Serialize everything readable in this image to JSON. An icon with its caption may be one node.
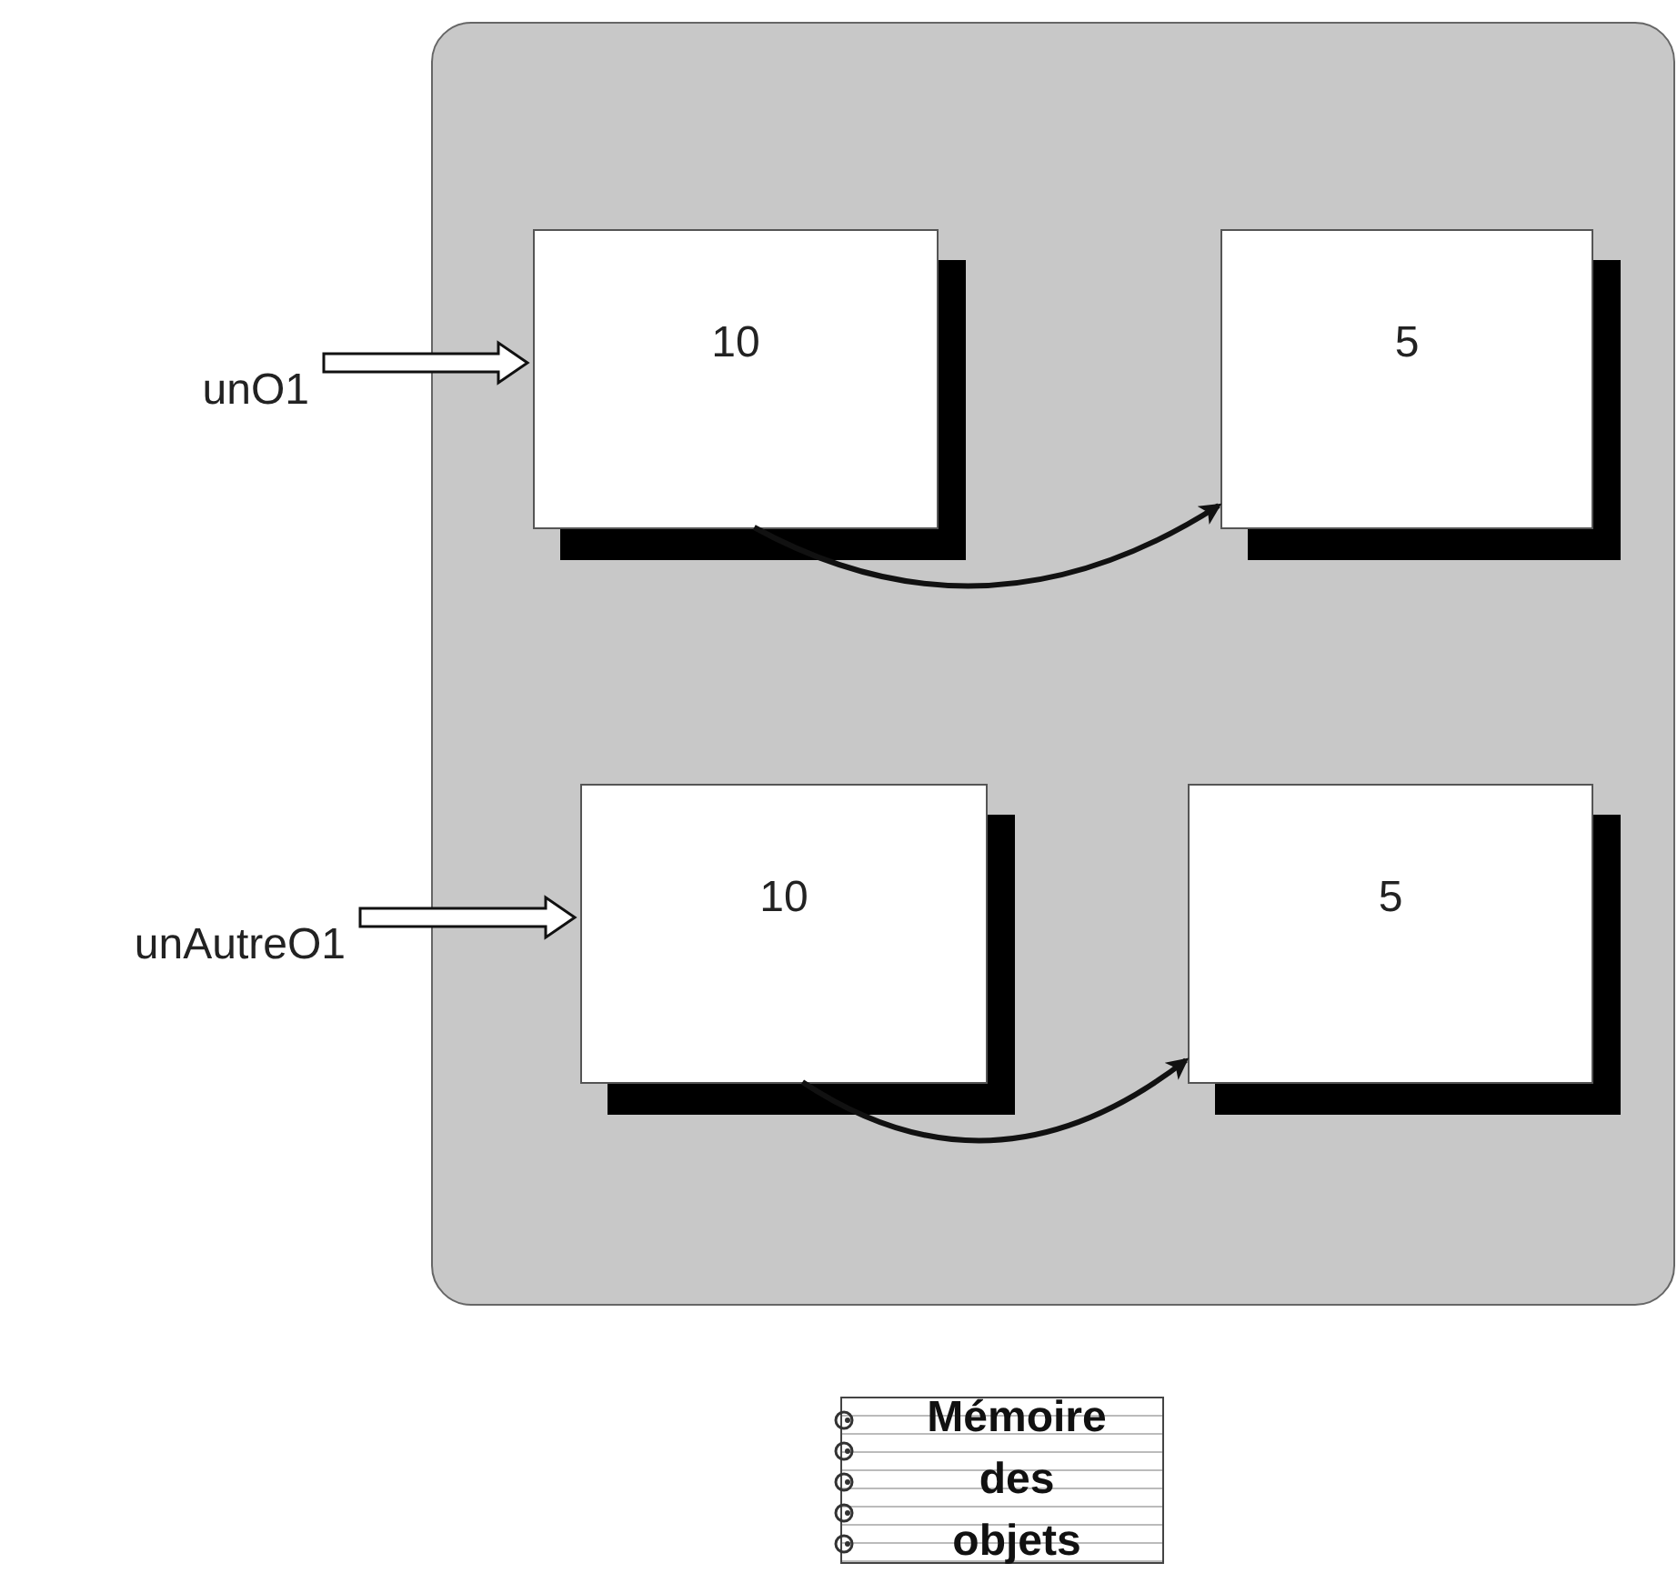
{
  "diagram": {
    "nodes": [
      {
        "text": [],
        "shape": "box"
      },
      {
        "text": [
          "10"
        ],
        "in": 0
      },
      {
        "text": [
          "5"
        ],
        "in": 0
      },
      {
        "text": [
          "10"
        ],
        "in": 0
      },
      {
        "text": [
          "5"
        ],
        "in": 0
      },
      {
        "text": [
          "unO1"
        ]
      },
      {
        "text": [
          "unAutreO1"
        ]
      },
      {
        "text": [
          "Mémoire des objets"
        ]
      }
    ],
    "edges": [
      {
        "from": 5,
        "to": 1,
        "arrow": "to"
      },
      {
        "from": 1,
        "to": 2,
        "arrow": "to"
      },
      {
        "from": 6,
        "to": 3,
        "arrow": "to"
      },
      {
        "from": 3,
        "to": 4,
        "arrow": "to"
      }
    ]
  }
}
